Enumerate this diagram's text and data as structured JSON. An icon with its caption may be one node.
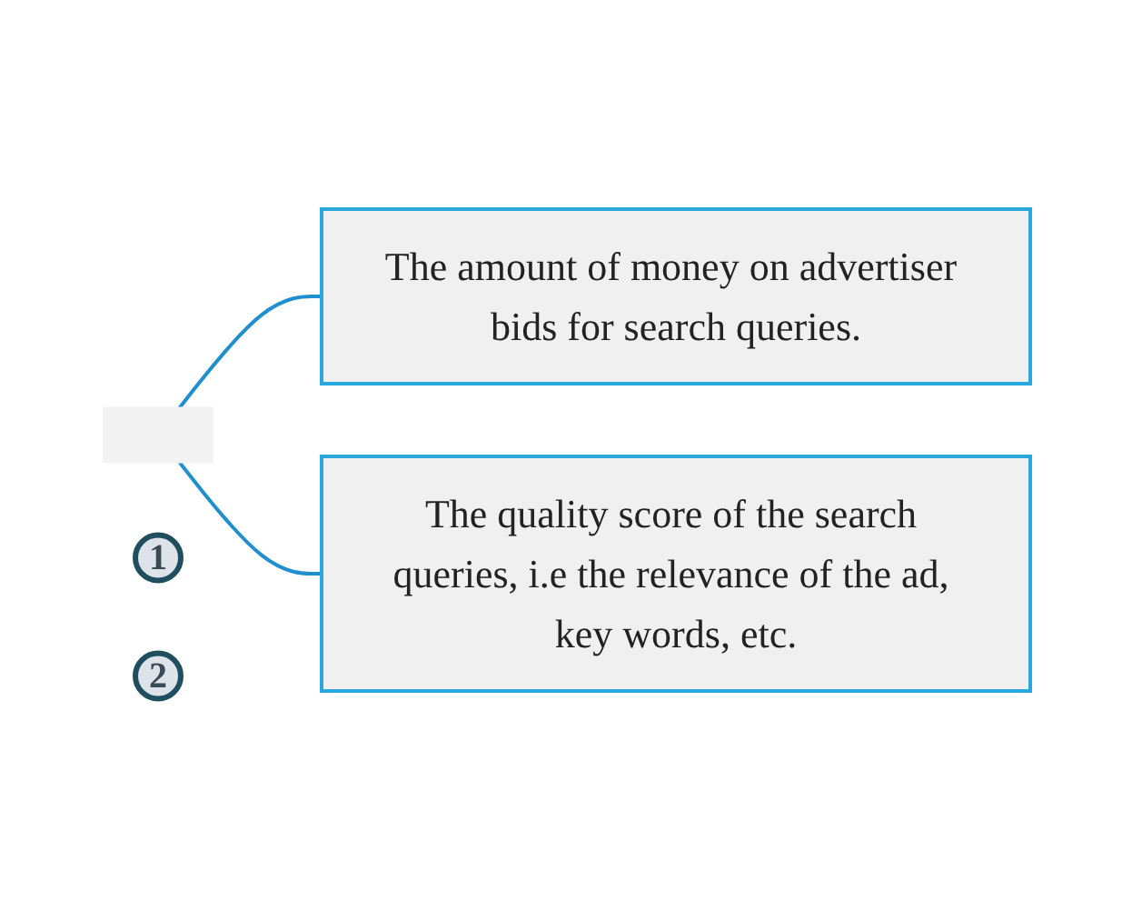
{
  "diagram": {
    "nodes": [
      {
        "text": [],
        "shape": "box"
      },
      {
        "text": [
          "1"
        ]
      },
      {
        "text": [
          "The amount of money on advertiser bids for search queries."
        ]
      },
      {
        "text": [
          "The quality score of the search queries, i.e the relevance of the ad, key words, etc."
        ]
      },
      {
        "text": [
          "2"
        ]
      }
    ],
    "edges": [
      {
        "from": 0,
        "to": 2,
        "arrow": "none"
      },
      {
        "from": 0,
        "to": 3,
        "arrow": "none"
      }
    ]
  }
}
